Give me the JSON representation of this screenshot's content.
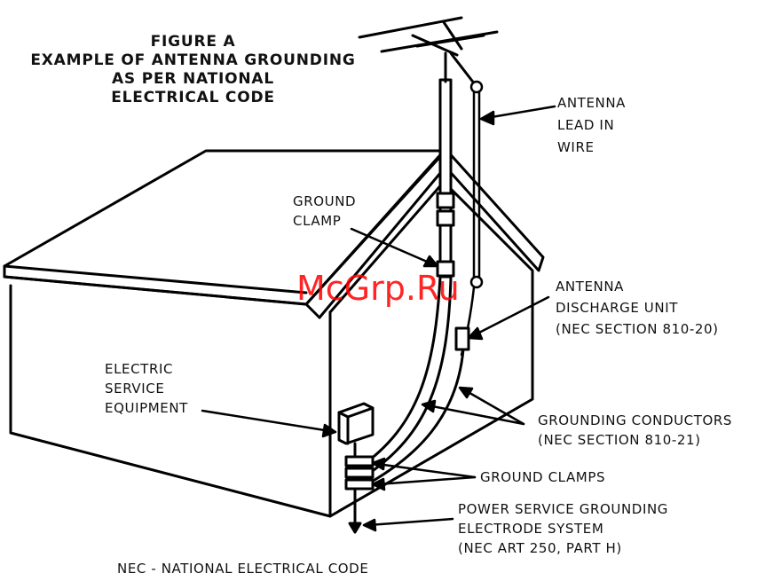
{
  "title": {
    "line1": "FIGURE A",
    "line2": "EXAMPLE OF ANTENNA GROUNDING",
    "line3": "AS PER NATIONAL",
    "line4": "ELECTRICAL CODE"
  },
  "labels": {
    "antenna_lead": [
      "ANTENNA",
      "LEAD IN",
      "WIRE"
    ],
    "ground_clamp": [
      "GROUND",
      "CLAMP"
    ],
    "discharge_unit": [
      "ANTENNA",
      "DISCHARGE UNIT",
      "(NEC SECTION 810-20)"
    ],
    "electric_service": [
      "ELECTRIC",
      "SERVICE",
      "EQUIPMENT"
    ],
    "grounding_conductors": [
      "GROUNDING CONDUCTORS",
      "(NEC SECTION 810-21)"
    ],
    "ground_clamps": "GROUND CLAMPS",
    "power_service": [
      "POWER SERVICE GROUNDING",
      "ELECTRODE SYSTEM",
      "(NEC ART 250, PART H)"
    ]
  },
  "footer": "NEC - NATIONAL ELECTRICAL CODE",
  "watermark": "McGrp.Ru",
  "colors": {
    "ink": "#000000",
    "watermark": "#ff0000",
    "background": "#ffffff"
  }
}
